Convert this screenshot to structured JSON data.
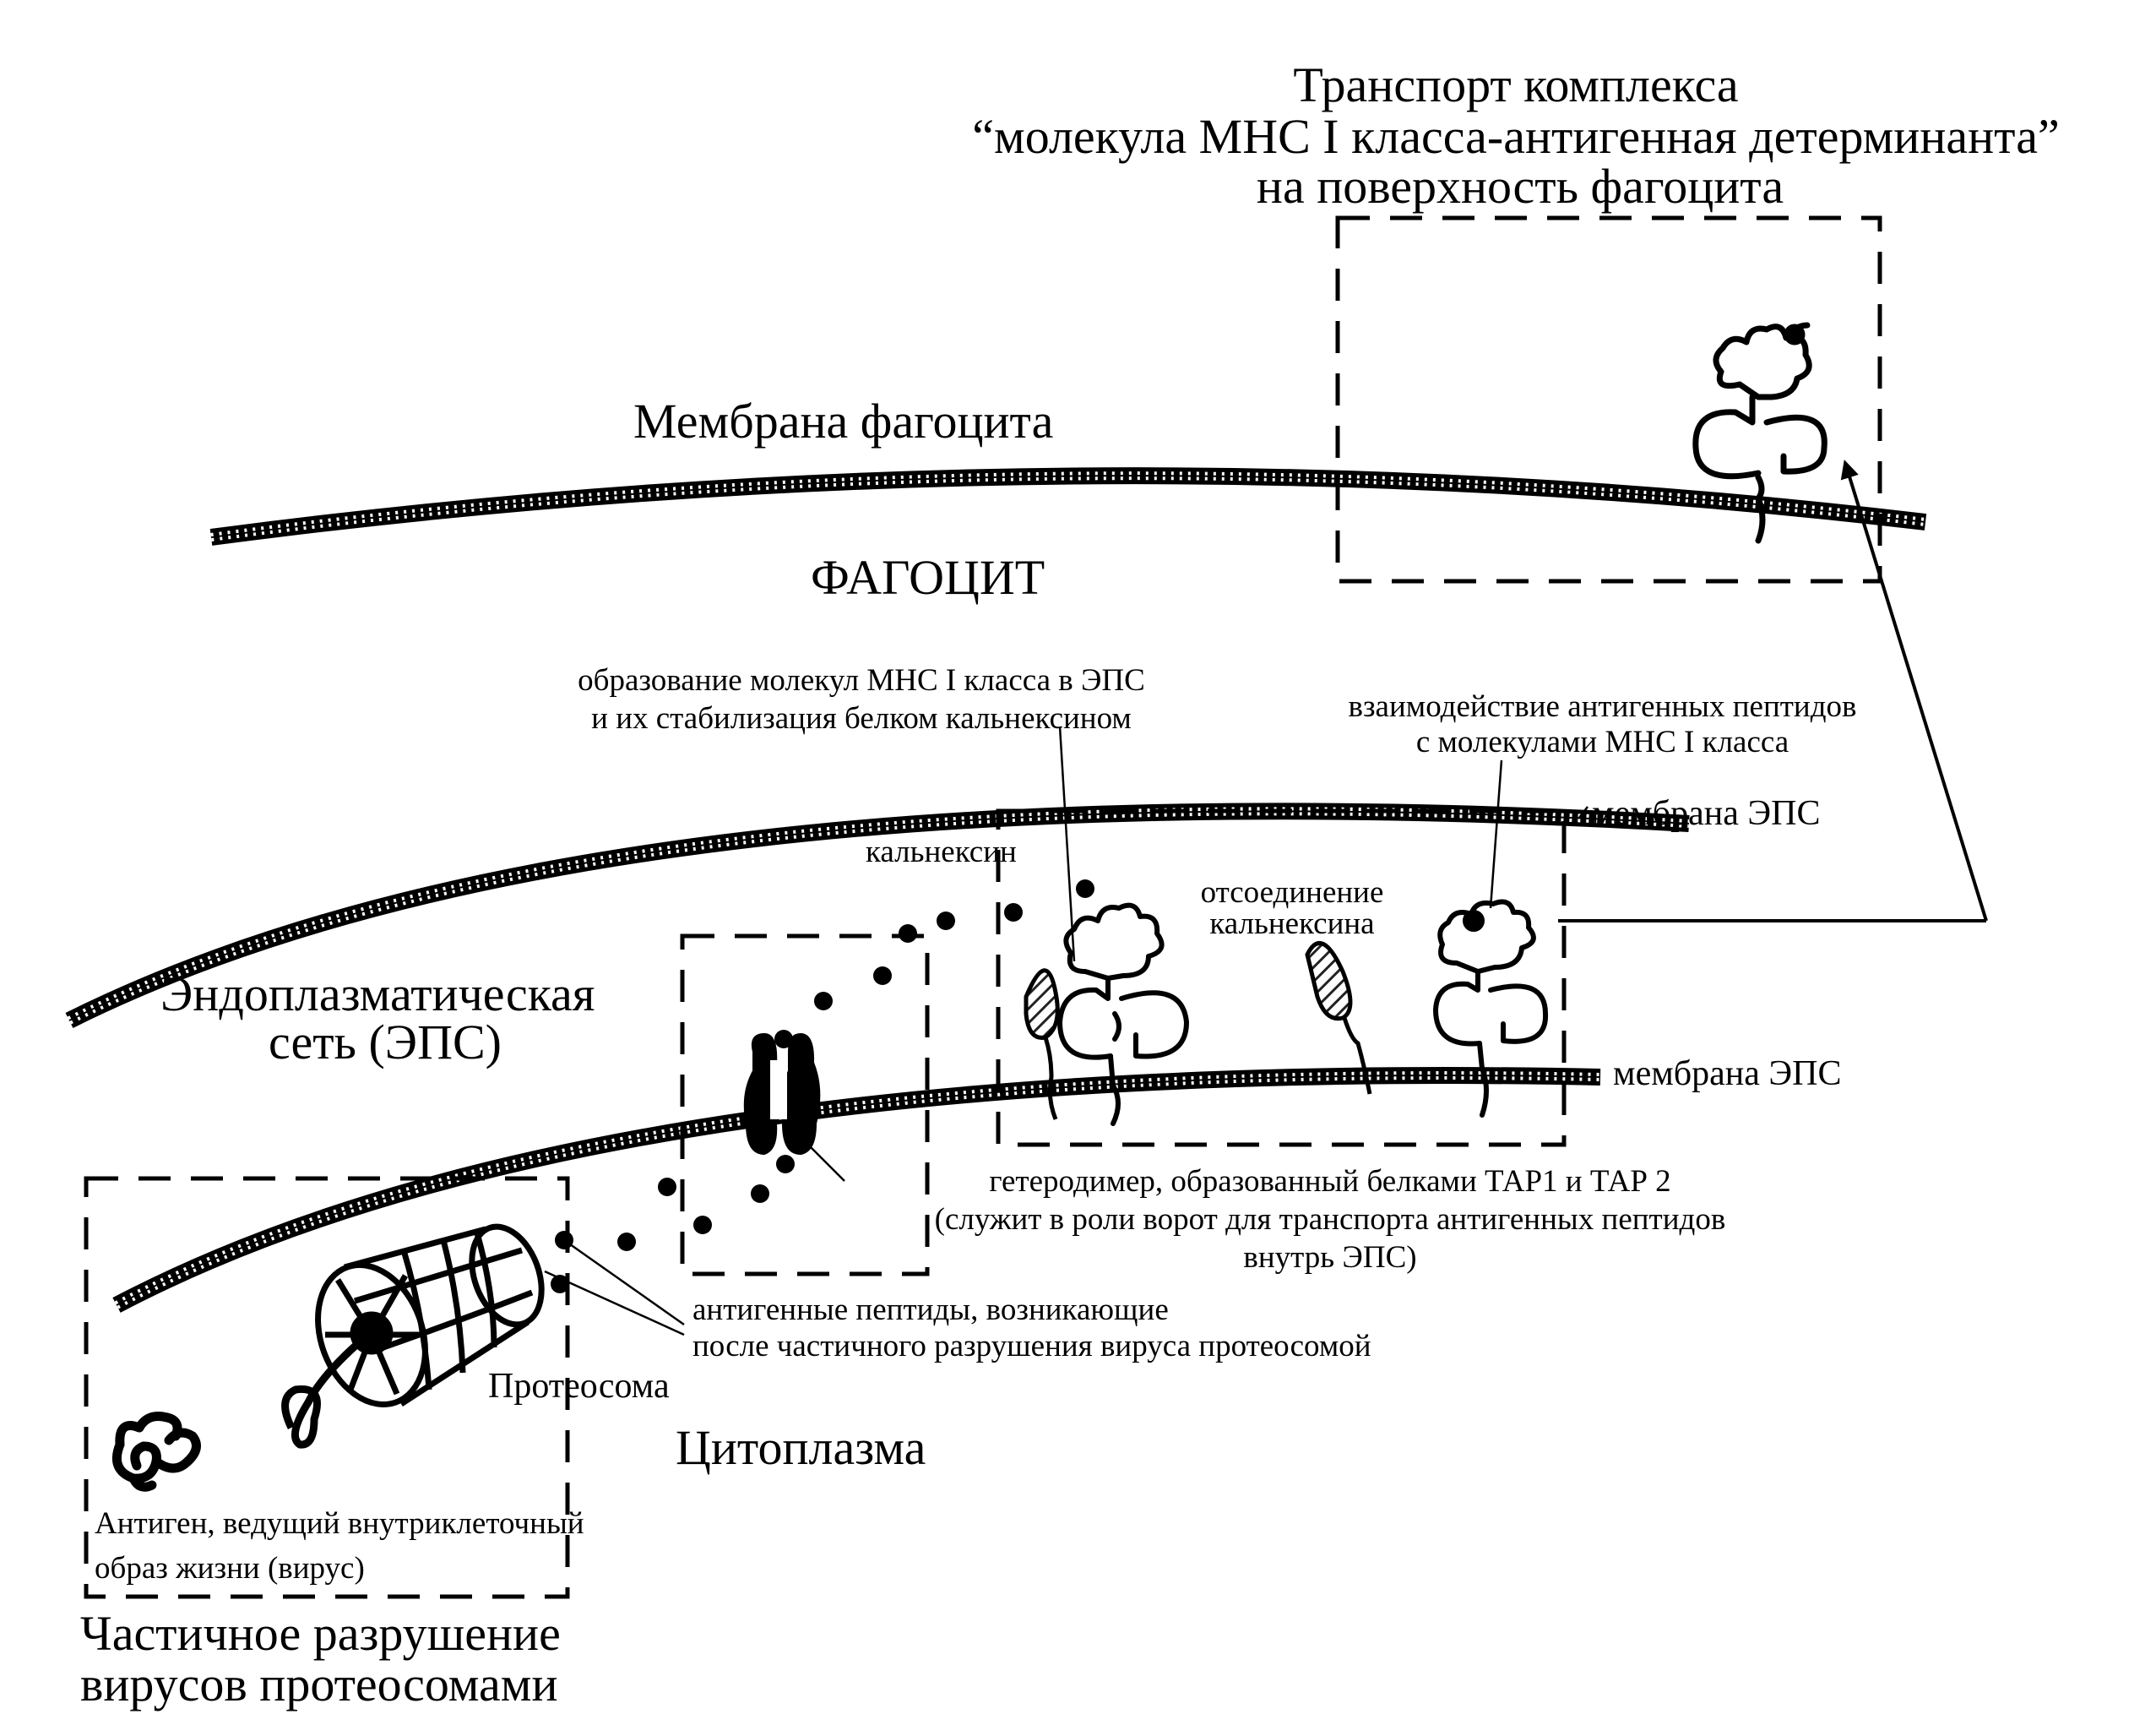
{
  "colors": {
    "ink": "#000000",
    "paper": "#ffffff",
    "hatch": "#444444"
  },
  "labels": {
    "transport_line1": "Транспорт  комплекса",
    "transport_line2": "“молекула МНС I класса-антигенная детерминанта”",
    "transport_line3": "на поверхность фагоцита",
    "phagocyte_membrane": "Мембрана фагоцита",
    "phagocyte": "ФАГОЦИТ",
    "mhc_formation_line1": "образование молекул МНС I класса в ЭПС",
    "mhc_formation_line2": "и их стабилизация белком кальнексином",
    "interaction_line1": "взаимодействие антигенных пептидов",
    "interaction_line2": "с молекулами МНС I класса",
    "eps_membrane_top": "мембрана ЭПС",
    "calnexin": "кальнексин",
    "calnexin_detach_line1": "отсоединение",
    "calnexin_detach_line2": "кальнексина",
    "er_line1": "Эндоплазматическая",
    "er_line2": "сеть (ЭПС)",
    "eps_membrane_bottom": "мембрана ЭПС",
    "tap_line1": "гетеродимер, образованный белками ТАР1 и ТАР 2",
    "tap_line2": "(служит в роли ворот для транспорта антигенных пептидов",
    "tap_line3": "внутрь ЭПС)",
    "peptides_line1": "антигенные пептиды, возникающие",
    "peptides_line2": "после частичного разрушения вируса протеосомой",
    "proteasome": "Протеосома",
    "cytoplasm": "Цитоплазма",
    "antigen_line1": "Антиген, ведущий внутриклеточный",
    "antigen_line2": "образ жизни (вирус)",
    "degradation_line1": "Частичное разрушение",
    "degradation_line2": "вирусов протеосомами"
  },
  "icons": [
    "proteasome-icon",
    "virus-icon",
    "tap-heterodimer-icon",
    "calnexin-icon",
    "mhc-class-i-molecule-icon",
    "antigenic-peptide-icon"
  ]
}
